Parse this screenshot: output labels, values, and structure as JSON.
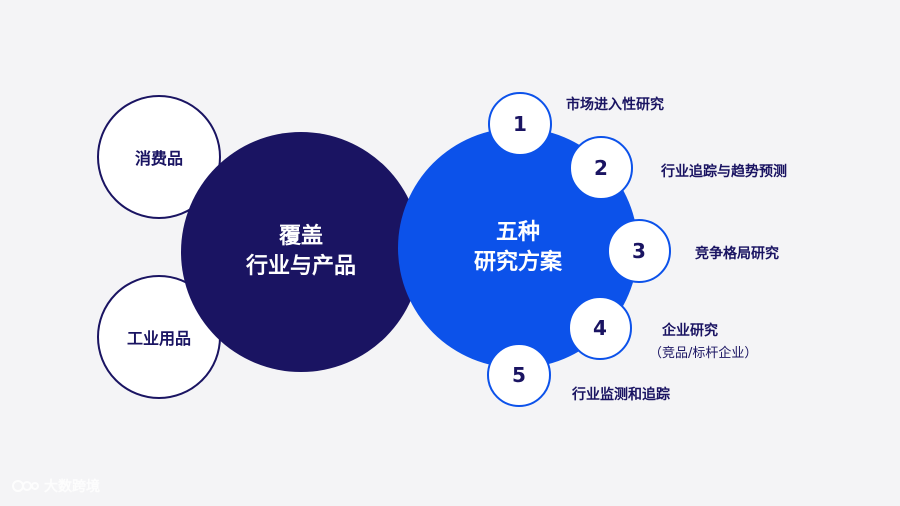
{
  "left_center": {
    "title_line1": "覆盖",
    "title_line2": "行业与产品"
  },
  "left_items": [
    {
      "label": "消费品"
    },
    {
      "label": "工业用品"
    }
  ],
  "right_center": {
    "title_line1": "五种",
    "title_line2": "研究方案"
  },
  "right_items": [
    {
      "number": "1",
      "label": "市场进入性研究"
    },
    {
      "number": "2",
      "label": "行业追踪与趋势预测"
    },
    {
      "number": "3",
      "label": "竞争格局研究"
    },
    {
      "number": "4",
      "label": "企业研究",
      "sublabel": "（竞品/标杆企业）"
    },
    {
      "number": "5",
      "label": "行业监测和追踪"
    }
  ],
  "watermark": {
    "text": "大数跨境"
  },
  "colors": {
    "navy": "#1a1462",
    "blue": "#0c52ea",
    "background": "#f4f4f6"
  }
}
